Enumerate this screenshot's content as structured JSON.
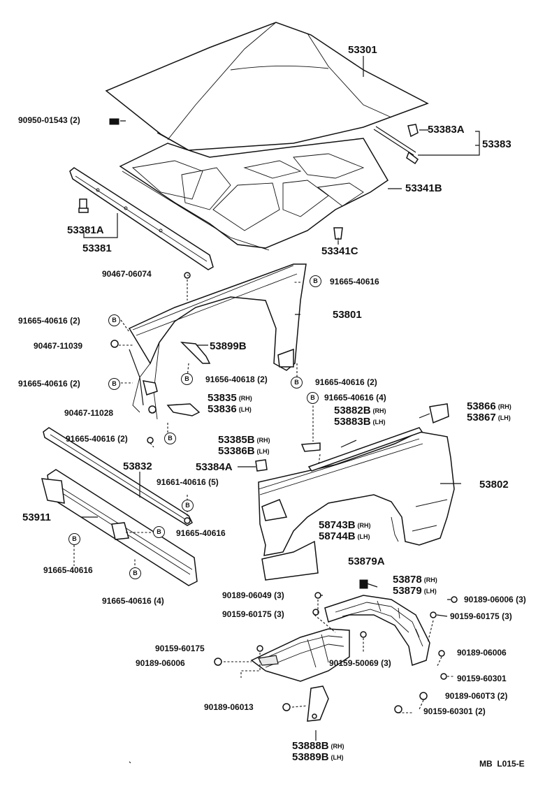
{
  "diagram_code": "MB  L015-E",
  "circle_mark": "B",
  "labels": {
    "p53301": "53301",
    "p90950": "90950-01543 (2)",
    "p53383A": "53383A",
    "p53383": "53383",
    "p53341B": "53341B",
    "p53381A": "53381A",
    "p53381": "53381",
    "p53341C": "53341C",
    "p90467_06074": "90467-06074",
    "p91665_top": "91665-40616",
    "p53801": "53801",
    "p91665_2a": "91665-40616 (2)",
    "p90467_11039": "90467-11039",
    "p53899B": "53899B",
    "p91665_2b": "91665-40616 (2)",
    "p91656": "91656-40618 (2)",
    "p91665_2c": "91665-40616 (2)",
    "p53835": "53835",
    "p53836": "53836",
    "p90467_11028": "90467-11028",
    "p91665_4a": "91665-40616 (4)",
    "p53882B": "53882B",
    "p53883B": "53883B",
    "p53866": "53866",
    "p53867": "53867",
    "p91665_2d": "91665-40616 (2)",
    "p53385B": "53385B",
    "p53386B": "53386B",
    "p53384A": "53384A",
    "p53832": "53832",
    "p91661": "91661-40616 (5)",
    "p53802": "53802",
    "p53911": "53911",
    "p91665_mid": "91665-40616",
    "p58743B": "58743B",
    "p58744B": "58744B",
    "p91665_left": "91665-40616",
    "p91665_4b": "91665-40616 (4)",
    "p53879A": "53879A",
    "p53878": "53878",
    "p53879": "53879",
    "p90189_06049": "90189-06049 (3)",
    "p90159_60175_3a": "90159-60175 (3)",
    "p90189_06006_3": "90189-06006 (3)",
    "p90159_60175_3b": "90159-60175 (3)",
    "p90159_60175": "90159-60175",
    "p90189_06006a": "90189-06006",
    "p90159_50069": "90159-50069 (3)",
    "p90189_06006b": "90189-06006",
    "p90159_60301": "90159-60301",
    "p90189_06013": "90189-06013",
    "p90189_060T3": "90189-060T3 (2)",
    "p90159_60301_2": "90159-60301 (2)",
    "p53888B": "53888B",
    "p53889B": "53889B",
    "rh": "(RH)",
    "lh": "(LH)"
  }
}
